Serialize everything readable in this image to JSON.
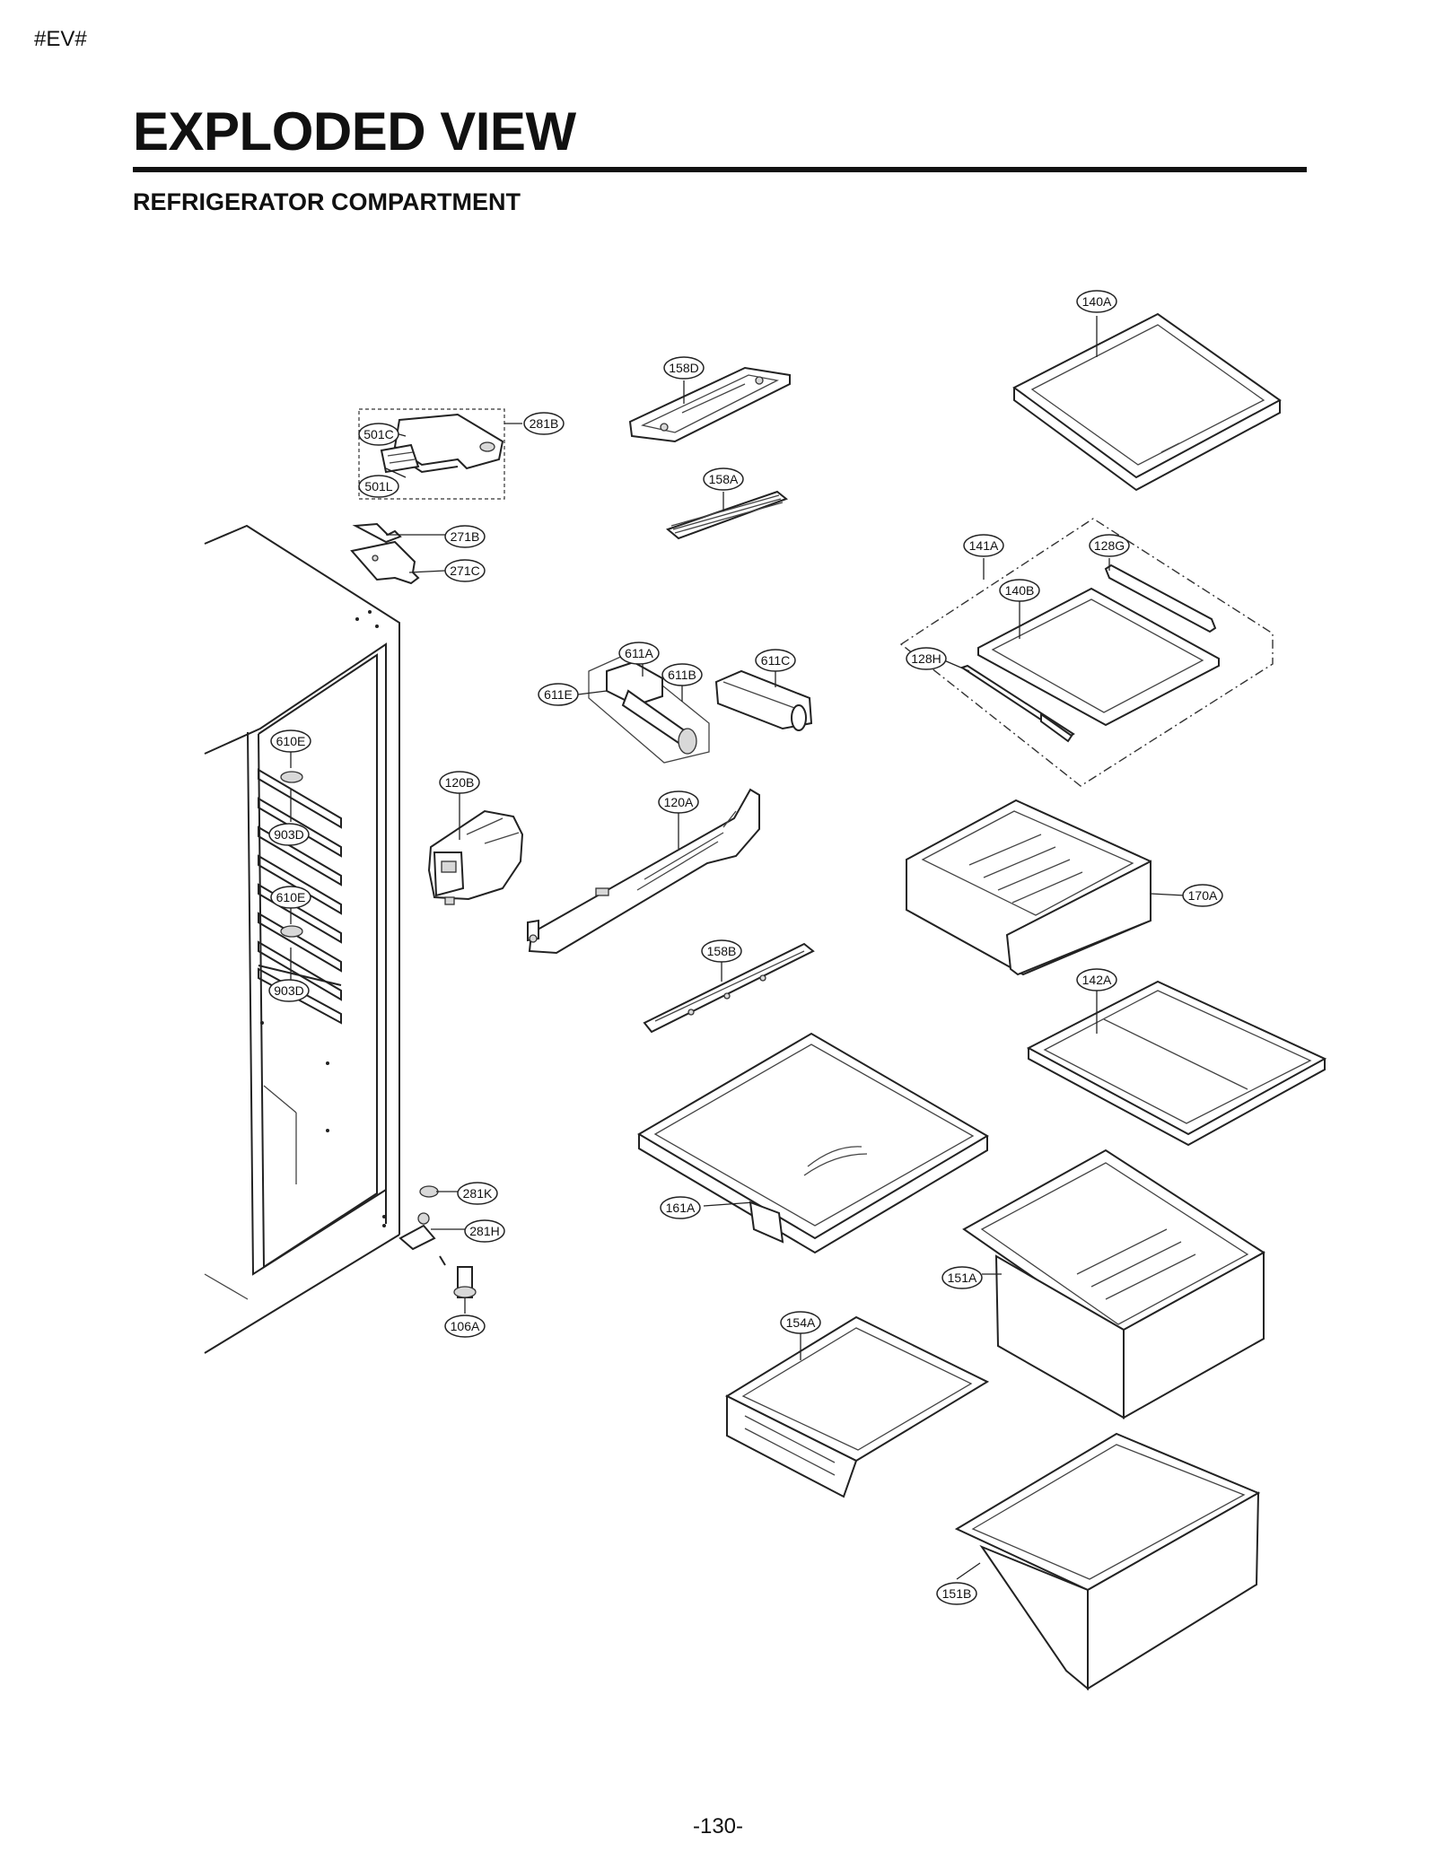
{
  "document": {
    "tag": "#EV#",
    "title": "EXPLODED VIEW",
    "subtitle": "REFRIGERATOR COMPARTMENT",
    "page_number": "-130-"
  },
  "part_labels": [
    "140A",
    "158D",
    "281B",
    "501C",
    "501L",
    "158A",
    "271B",
    "271C",
    "141A",
    "128G",
    "140B",
    "611A",
    "611C",
    "611B",
    "611E",
    "128H",
    "610E",
    "120B",
    "120A",
    "903D",
    "610E",
    "170A",
    "158B",
    "903D",
    "142A",
    "281K",
    "161A",
    "281H",
    "151A",
    "106A",
    "154A",
    "151B"
  ]
}
